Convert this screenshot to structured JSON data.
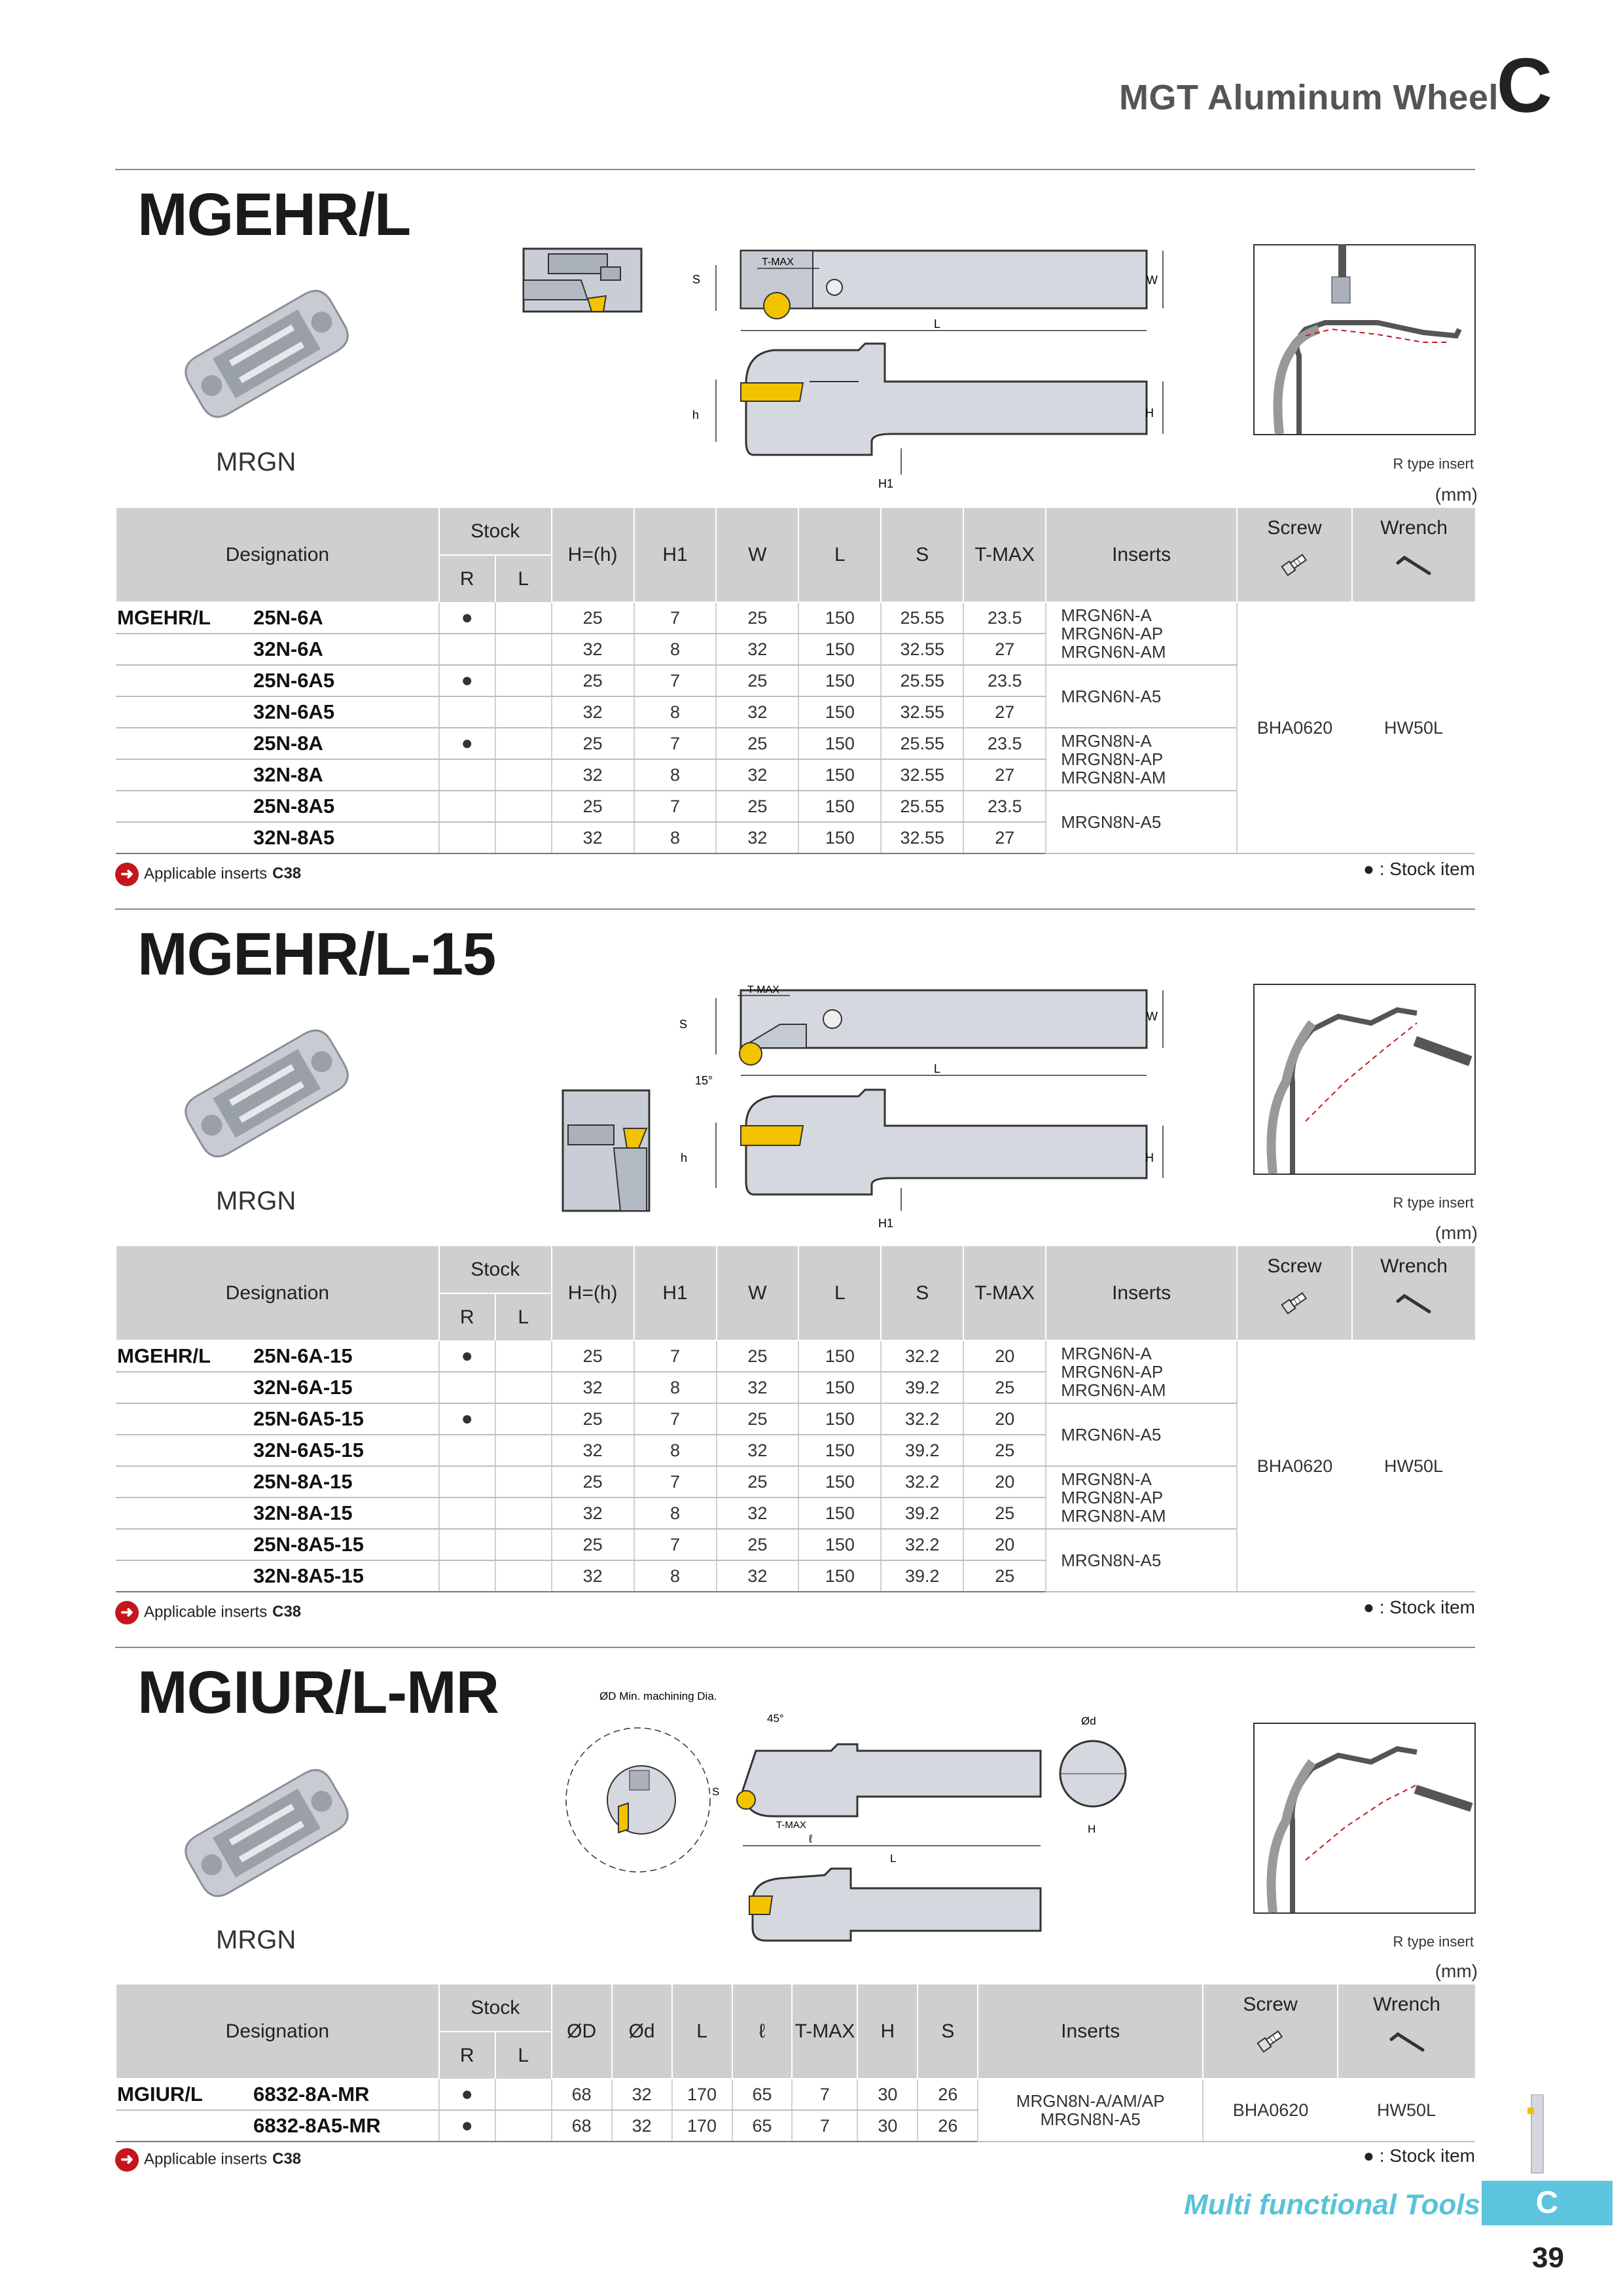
{
  "header": {
    "title": "MGT Aluminum Wheel",
    "chapter": "C"
  },
  "common": {
    "insert_name": "MRGN",
    "rtype": "R type insert",
    "unit": "(mm)",
    "applicable_label": "Applicable inserts",
    "applicable_ref": "C38",
    "stock_label": "● : Stock item",
    "designation": "Designation",
    "stock": "Stock",
    "r": "R",
    "l": "L",
    "inserts": "Inserts",
    "screw": "Screw",
    "wrench": "Wrench",
    "screw_value": "BHA0620",
    "wrench_value": "HW50L",
    "dot": "●"
  },
  "dim_labels": {
    "s": "S",
    "t_max": "T-MAX",
    "w": "W",
    "l_dim": "L",
    "h_small": "h",
    "h_big": "H",
    "h1": "H1",
    "angle15": "15°",
    "od_min": "ØD Min. machining Dia.",
    "angle45": "45°",
    "od_small": "Ød",
    "ell": "ℓ"
  },
  "sections": [
    {
      "title": "MGEHR/L",
      "group": "MGEHR/L",
      "columns": [
        "H=(h)",
        "H1",
        "W",
        "L",
        "S",
        "T-MAX"
      ],
      "rows": [
        {
          "d": "25N-6A",
          "r": "●",
          "l": "",
          "v": [
            "25",
            "7",
            "25",
            "150",
            "25.55",
            "23.5"
          ]
        },
        {
          "d": "32N-6A",
          "r": "",
          "l": "",
          "v": [
            "32",
            "8",
            "32",
            "150",
            "32.55",
            "27"
          ]
        },
        {
          "d": "25N-6A5",
          "r": "●",
          "l": "",
          "v": [
            "25",
            "7",
            "25",
            "150",
            "25.55",
            "23.5"
          ]
        },
        {
          "d": "32N-6A5",
          "r": "",
          "l": "",
          "v": [
            "32",
            "8",
            "32",
            "150",
            "32.55",
            "27"
          ]
        },
        {
          "d": "25N-8A",
          "r": "●",
          "l": "",
          "v": [
            "25",
            "7",
            "25",
            "150",
            "25.55",
            "23.5"
          ]
        },
        {
          "d": "32N-8A",
          "r": "",
          "l": "",
          "v": [
            "32",
            "8",
            "32",
            "150",
            "32.55",
            "27"
          ]
        },
        {
          "d": "25N-8A5",
          "r": "",
          "l": "",
          "v": [
            "25",
            "7",
            "25",
            "150",
            "25.55",
            "23.5"
          ]
        },
        {
          "d": "32N-8A5",
          "r": "",
          "l": "",
          "v": [
            "32",
            "8",
            "32",
            "150",
            "32.55",
            "27"
          ]
        }
      ],
      "inserts": [
        [
          "MRGN6N-A",
          "MRGN6N-AP",
          "MRGN6N-AM"
        ],
        [
          "MRGN6N-A5"
        ],
        [
          "MRGN8N-A",
          "MRGN8N-AP",
          "MRGN8N-AM"
        ],
        [
          "MRGN8N-A5"
        ]
      ]
    },
    {
      "title": "MGEHR/L-15",
      "group": "MGEHR/L",
      "columns": [
        "H=(h)",
        "H1",
        "W",
        "L",
        "S",
        "T-MAX"
      ],
      "rows": [
        {
          "d": "25N-6A-15",
          "r": "●",
          "l": "",
          "v": [
            "25",
            "7",
            "25",
            "150",
            "32.2",
            "20"
          ]
        },
        {
          "d": "32N-6A-15",
          "r": "",
          "l": "",
          "v": [
            "32",
            "8",
            "32",
            "150",
            "39.2",
            "25"
          ]
        },
        {
          "d": "25N-6A5-15",
          "r": "●",
          "l": "",
          "v": [
            "25",
            "7",
            "25",
            "150",
            "32.2",
            "20"
          ]
        },
        {
          "d": "32N-6A5-15",
          "r": "",
          "l": "",
          "v": [
            "32",
            "8",
            "32",
            "150",
            "39.2",
            "25"
          ]
        },
        {
          "d": "25N-8A-15",
          "r": "",
          "l": "",
          "v": [
            "25",
            "7",
            "25",
            "150",
            "32.2",
            "20"
          ]
        },
        {
          "d": "32N-8A-15",
          "r": "",
          "l": "",
          "v": [
            "32",
            "8",
            "32",
            "150",
            "39.2",
            "25"
          ]
        },
        {
          "d": "25N-8A5-15",
          "r": "",
          "l": "",
          "v": [
            "25",
            "7",
            "25",
            "150",
            "32.2",
            "20"
          ]
        },
        {
          "d": "32N-8A5-15",
          "r": "",
          "l": "",
          "v": [
            "32",
            "8",
            "32",
            "150",
            "39.2",
            "25"
          ]
        }
      ],
      "inserts": [
        [
          "MRGN6N-A",
          "MRGN6N-AP",
          "MRGN6N-AM"
        ],
        [
          "MRGN6N-A5"
        ],
        [
          "MRGN8N-A",
          "MRGN8N-AP",
          "MRGN8N-AM"
        ],
        [
          "MRGN8N-A5"
        ]
      ]
    },
    {
      "title": "MGIUR/L-MR",
      "group": "MGIUR/L",
      "columns": [
        "ØD",
        "Ød",
        "L",
        "ℓ",
        "T-MAX",
        "H",
        "S"
      ],
      "rows": [
        {
          "d": "6832-8A-MR",
          "r": "●",
          "l": "",
          "v": [
            "68",
            "32",
            "170",
            "65",
            "7",
            "30",
            "26"
          ]
        },
        {
          "d": "6832-8A5-MR",
          "r": "●",
          "l": "",
          "v": [
            "68",
            "32",
            "170",
            "65",
            "7",
            "30",
            "26"
          ]
        }
      ],
      "inserts": [
        [
          "MRGN8N-A/AM/AP",
          "MRGN8N-A5"
        ]
      ]
    }
  ],
  "footer": {
    "label": "Multi functional Tools",
    "tab": "C",
    "page": "39"
  },
  "colors": {
    "accent": "#5cc4dc",
    "header_gray": "#cfcfcf",
    "insert_yellow": "#f3c300",
    "arrow_red": "#c4161c"
  }
}
